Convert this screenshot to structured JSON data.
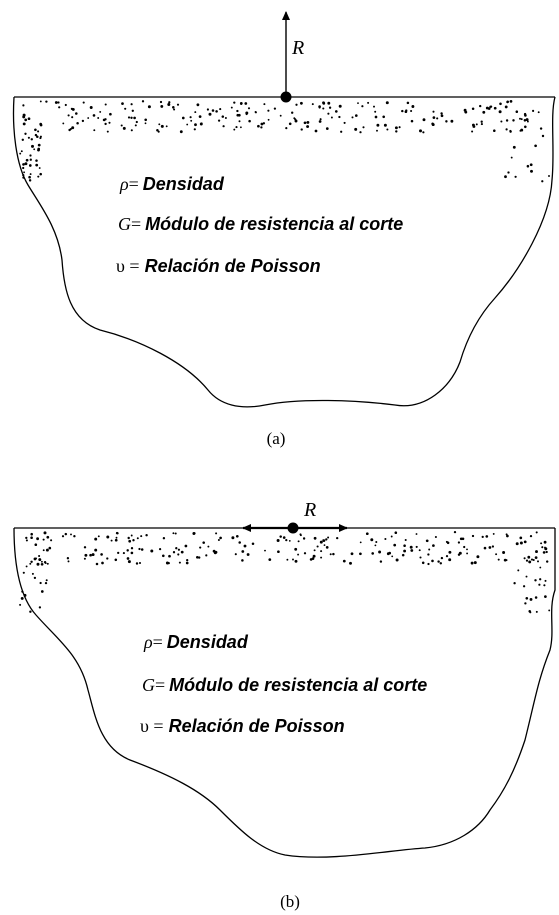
{
  "diagrams": [
    {
      "force_label": "R",
      "density": {
        "symbol": "ρ",
        "eq": "=",
        "text": "Densidad"
      },
      "shear": {
        "symbol": "G",
        "eq": "=",
        "text": "Módulo de resistencia al corte"
      },
      "poisson": {
        "symbol": "υ",
        "eq": " =",
        "text": "Relación de Poisson"
      },
      "caption": "(a)"
    },
    {
      "force_label": "R",
      "density": {
        "symbol": "ρ",
        "eq": "=",
        "text": "Densidad"
      },
      "shear": {
        "symbol": "G",
        "eq": "=",
        "text": "Módulo de resistencia al corte"
      },
      "poisson": {
        "symbol": "υ",
        "eq": " =",
        "text": "Relación de Poisson"
      },
      "caption": "(b)"
    }
  ],
  "colors": {
    "ink": "#000000",
    "background": "#ffffff"
  }
}
